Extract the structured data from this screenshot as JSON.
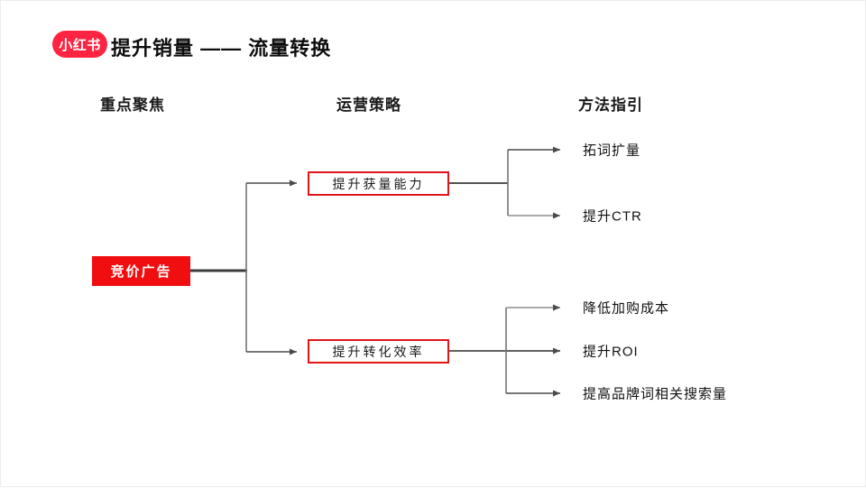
{
  "header": {
    "logo_text": "小红书",
    "title": "提升销量 —— 流量转换"
  },
  "columns": [
    {
      "label": "重点聚焦"
    },
    {
      "label": "运营策略"
    },
    {
      "label": "方法指引"
    }
  ],
  "tree": {
    "root": {
      "label": "竞价广告"
    },
    "strategies": [
      {
        "label": "提升获量能力",
        "methods": [
          {
            "label": "拓词扩量"
          },
          {
            "label": "提升CTR"
          }
        ]
      },
      {
        "label": "提升转化效率",
        "methods": [
          {
            "label": "降低加购成本"
          },
          {
            "label": "提升ROI"
          },
          {
            "label": "提高品牌词相关搜索量"
          }
        ]
      }
    ]
  },
  "colors": {
    "brand_red": "#ff2442",
    "root_node_red": "#f10e10",
    "strategy_border_red": "#e0151a",
    "connector_dark": "#4a4a4a",
    "connector_gray": "#8d8d8d"
  }
}
